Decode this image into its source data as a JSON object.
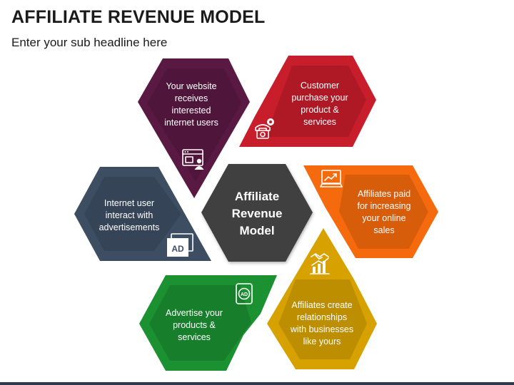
{
  "header": {
    "title": "AFFILIATE REVENUE MODEL",
    "subtitle": "Enter your sub headline here"
  },
  "center": {
    "lines": [
      "Affiliate",
      "Revenue",
      "Model"
    ],
    "color": "#404040"
  },
  "segments": [
    {
      "id": "website",
      "lines": [
        "Your website",
        "receives",
        "interested",
        "internet users"
      ],
      "color": "#5a1943",
      "icon": "browser-user-icon"
    },
    {
      "id": "customer",
      "lines": [
        "Customer",
        "purchase your",
        "product &",
        "services"
      ],
      "color": "#c81d2b",
      "icon": "phone-gear-icon"
    },
    {
      "id": "paid",
      "lines": [
        "Affiliates paid",
        "for increasing",
        "your online",
        "sales"
      ],
      "color": "#f56a0c",
      "icon": "laptop-chart-icon"
    },
    {
      "id": "relationships",
      "lines": [
        "Affiliates create",
        "relationships",
        "with businesses",
        "like yours"
      ],
      "color": "#d7a200",
      "icon": "handshake-chart-icon"
    },
    {
      "id": "advertise",
      "lines": [
        "Advertise your",
        "products &",
        "services"
      ],
      "color": "#1b9131",
      "icon": "ad-badge-icon"
    },
    {
      "id": "interact",
      "lines": [
        "Internet user",
        "interact with",
        "advertisements"
      ],
      "color": "#3d4e63",
      "icon": "ad-window-icon"
    }
  ],
  "icons": {
    "ad_label": "AD",
    "ad_badge_label": "AD"
  }
}
